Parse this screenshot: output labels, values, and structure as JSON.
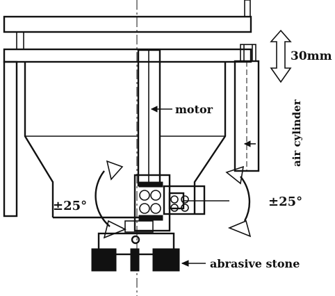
{
  "labels": {
    "stroke": "30mm",
    "motor": "motor",
    "cylinder": "air cylinder",
    "left_angle": "±25°",
    "right_angle": "±25°",
    "stone": "abrasive stone"
  }
}
